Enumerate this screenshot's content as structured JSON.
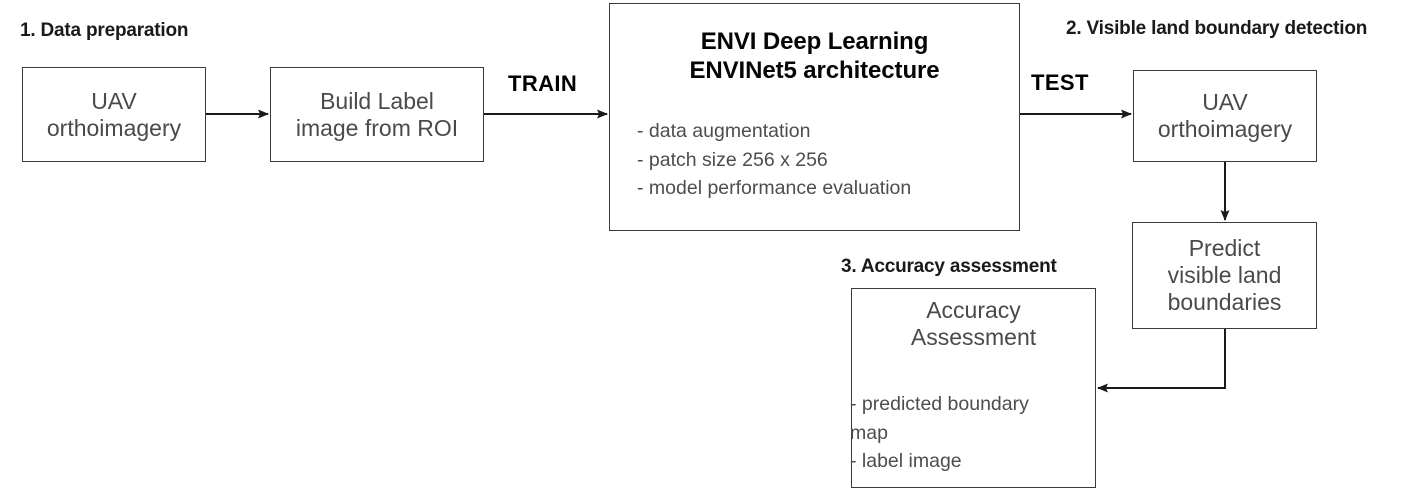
{
  "diagram": {
    "title": "ENVI Deep Learning workflow for visible land boundary detection",
    "background_color": "#ffffff",
    "line_color": "#3a3a3a",
    "text_color": "#4a4a4a",
    "heading_color": "#1a1a1a"
  },
  "stages": [
    {
      "id": "stage-1",
      "label": "1. Data preparation"
    },
    {
      "id": "stage-2",
      "label": "2. Visible land boundary detection"
    },
    {
      "id": "stage-3",
      "label": "3. Accuracy assessment"
    }
  ],
  "nodes": {
    "uav_ortho_train": {
      "label": "UAV\northoimagery"
    },
    "build_label": {
      "label": "Build Label\nimage from ROI"
    },
    "envi": {
      "title": "ENVI Deep Learning\nENVINet5 architecture",
      "bullets": "- data augmentation\n- patch size 256 x 256\n- model performance evaluation"
    },
    "uav_ortho_test": {
      "label": "UAV\northoimagery"
    },
    "predict": {
      "label": "Predict\nvisible land\nboundaries"
    },
    "accuracy": {
      "title": "Accuracy\nAssessment",
      "bullets": "- predicted boundary\n  map\n- label image"
    }
  },
  "edge_labels": {
    "train": "TRAIN",
    "test": "TEST"
  }
}
